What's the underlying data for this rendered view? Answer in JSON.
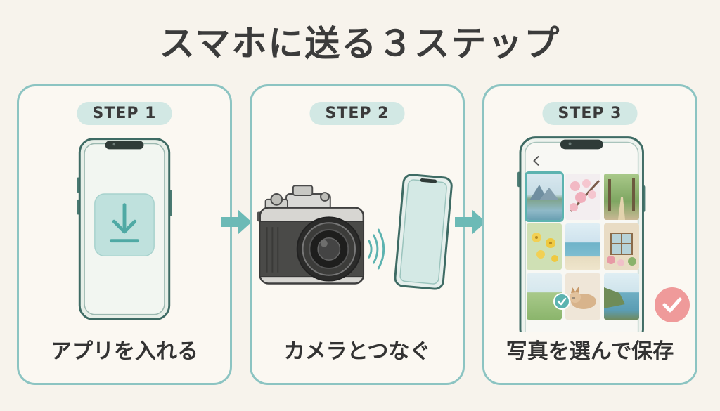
{
  "title": "スマホに送る３ステップ",
  "steps": [
    {
      "badge": "STEP 1",
      "caption": "アプリを入れる",
      "icon": "download-icon"
    },
    {
      "badge": "STEP 2",
      "caption": "カメラとつなぐ",
      "icon": "camera-icon"
    },
    {
      "badge": "STEP 3",
      "caption": "写真を選んで保存",
      "icon": "photo-gallery-icon"
    }
  ],
  "colors": {
    "accent": "#5cb3b0",
    "badge_bg": "#d2e8e4",
    "card_border": "#8cc4c2",
    "confirm_button": "#ef9a9a",
    "background": "#f7f3ec"
  }
}
